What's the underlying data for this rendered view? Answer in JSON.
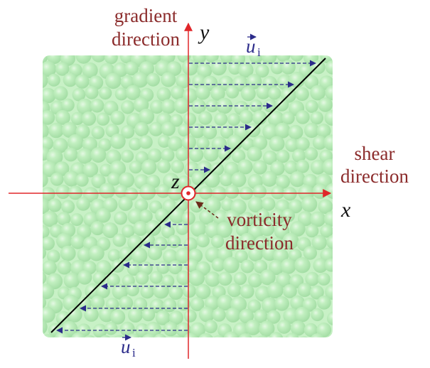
{
  "labels": {
    "gradient_line1": "gradient",
    "gradient_line2": "direction",
    "shear_line1": "shear",
    "shear_line2": "direction",
    "vorticity_line1": "vorticity",
    "vorticity_line2": "direction",
    "axis_x": "x",
    "axis_y": "y",
    "axis_z": "z",
    "u_top": "u",
    "u_top_sub": "i",
    "u_bottom": "u",
    "u_bottom_sub": "i"
  },
  "colors": {
    "axes": "#e0262a",
    "velocity_arrows": "#2b2b8a",
    "labels": "#8b2b2b",
    "particles": "#7fdc82",
    "diagonal": "#000000",
    "vorticity_pointer": "#6b2a1a"
  }
}
